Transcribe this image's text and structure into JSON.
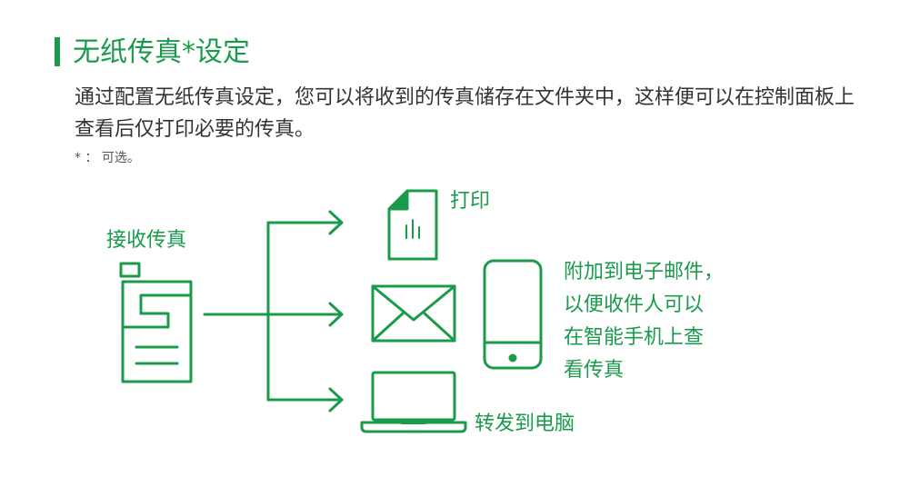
{
  "title": "无纸传真*设定",
  "description": "通过配置无纸传真设定，您可以将收到的传真储存在文件夹中，这样便可以在控制面板上查看后仅打印必要的传真。",
  "note": "* ： 可选。",
  "diagram": {
    "receive_label": "接收传真",
    "print_label": "打印",
    "phone_label": "附加到电子邮件，\n以便收件人可以\n在智能手机上查\n看传真",
    "pc_label": "转发到电脑"
  },
  "colors": {
    "accent": "#1a9b4b",
    "text": "#333333"
  }
}
